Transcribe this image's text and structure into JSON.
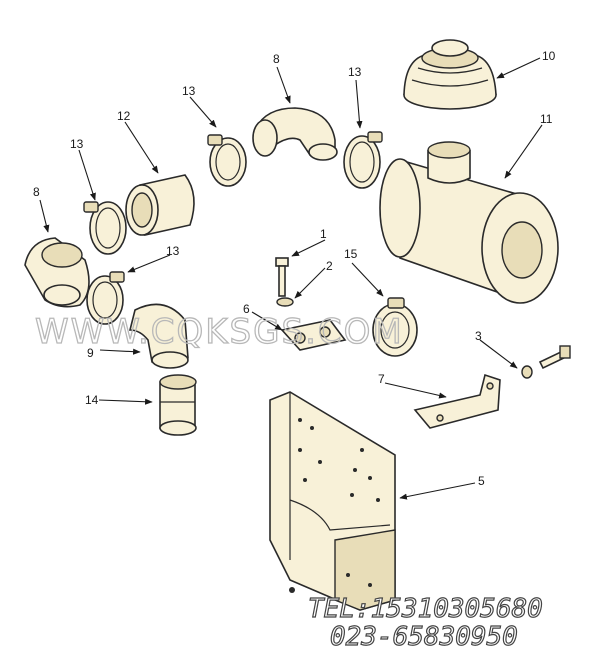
{
  "callouts": {
    "c1": "1",
    "c2": "2",
    "c3": "3",
    "c5": "5",
    "c6": "6",
    "c7": "7",
    "c8a": "8",
    "c8b": "8",
    "c9": "9",
    "c10": "10",
    "c11": "11",
    "c12": "12",
    "c13a": "13",
    "c13b": "13",
    "c13c": "13",
    "c13d": "13",
    "c14": "14",
    "c15": "15"
  },
  "watermark": {
    "site": "WWW.CQKSGS.COM",
    "tel": "TEL:15310305680",
    "phone": "023-65830950"
  }
}
